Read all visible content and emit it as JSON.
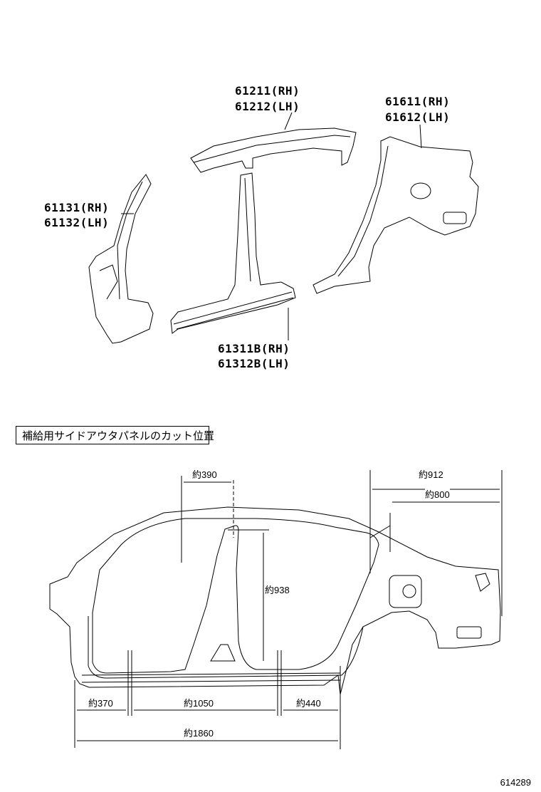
{
  "parts": {
    "roof_side_rail": {
      "rh": "61211(RH)",
      "lh": "61212(LH)"
    },
    "quarter_panel": {
      "rh": "61611(RH)",
      "lh": "61612(LH)"
    },
    "front_pillar": {
      "rh": "61131(RH)",
      "lh": "61132(LH)"
    },
    "rocker_center_pillar": {
      "rh": "61311B(RH)",
      "lh": "61312B(LH)"
    }
  },
  "cut_position_title": "補給用サイドアウタパネルのカット位置",
  "dimensions": {
    "roof_front": "約390",
    "quarter_upper_long": "約912",
    "quarter_upper_short": "約800",
    "center_pillar_height": "約938",
    "rocker_front": "約370",
    "rocker_middle": "約1050",
    "rocker_rear": "約440",
    "rocker_total": "約1860"
  },
  "illustration_code": "614289"
}
